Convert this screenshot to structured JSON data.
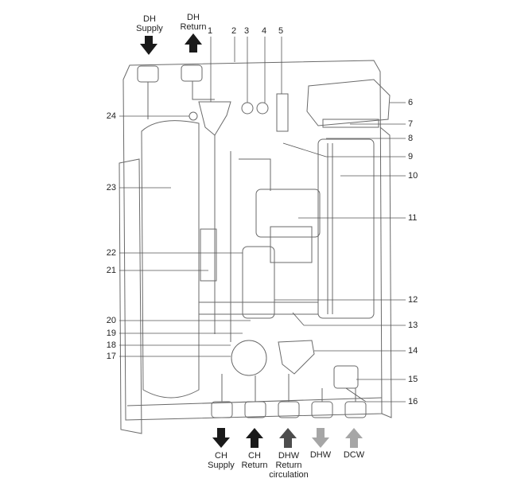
{
  "top_labels": {
    "dh_supply": [
      "DH",
      "Supply"
    ],
    "dh_return": [
      "DH",
      "Return"
    ]
  },
  "bottom_labels": {
    "ch_supply": [
      "CH",
      "Supply"
    ],
    "ch_return": [
      "CH",
      "Return"
    ],
    "dhw_return": [
      "DHW",
      "Return",
      "circulation"
    ],
    "dhw": [
      "DHW"
    ],
    "dcw": [
      "DCW"
    ]
  },
  "callouts": {
    "n1": "1",
    "n2": "2",
    "n3": "3",
    "n4": "4",
    "n5": "5",
    "n6": "6",
    "n7": "7",
    "n8": "8",
    "n9": "9",
    "n10": "10",
    "n11": "11",
    "n12": "12",
    "n13": "13",
    "n14": "14",
    "n15": "15",
    "n16": "16",
    "n17": "17",
    "n18": "18",
    "n19": "19",
    "n20": "20",
    "n21": "21",
    "n22": "22",
    "n23": "23",
    "n24": "24"
  },
  "colors": {
    "arrow_dark": "#1a1a1a",
    "arrow_mid": "#4d4d4d",
    "arrow_light": "#a6a6a6",
    "line": "#555555"
  }
}
